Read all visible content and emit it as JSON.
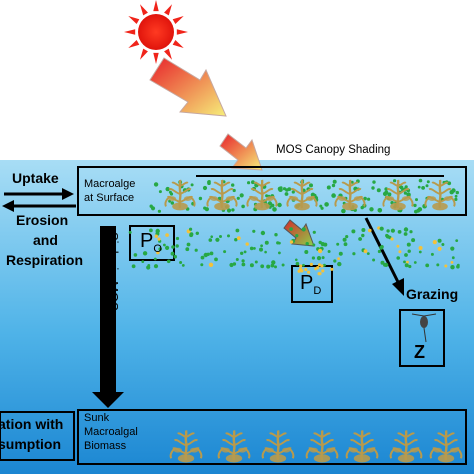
{
  "colors": {
    "sun": "#f5281a",
    "water_top": "#9ad8f4",
    "water_bottom": "#1f8fd8",
    "macroalgae": "#b89a4c",
    "particles_green": "#27a844",
    "particles_yellow": "#f3c23a",
    "arrow_light_start": "#e8222a",
    "arrow_light_end": "#f6ef7a"
  },
  "labels": {
    "canopy_shading": "MOS Canopy Shading",
    "uptake": "Uptake",
    "macroalgae_surface_line1": "Macroalge",
    "macroalgae_surface_line2": "at Surface",
    "erosion": "Erosion",
    "and": "and",
    "respiration": "Respiration",
    "sink_via_mos": "Sink via MOS",
    "p_o_main": "P",
    "p_o_sub": "O",
    "p_d_main": "P",
    "p_d_sub": "D",
    "grazing": "Grazing",
    "z": "Z",
    "respiration_with_line1": "ation with",
    "respiration_with_line2": "sumption",
    "sunk_line1": "Sunk",
    "sunk_line2": "Macroalgal",
    "sunk_line3": "Biomass"
  },
  "icons": {
    "sun": "sun-icon",
    "zooplankton": "zooplankton-icon",
    "seaweed": "seaweed-icon"
  }
}
